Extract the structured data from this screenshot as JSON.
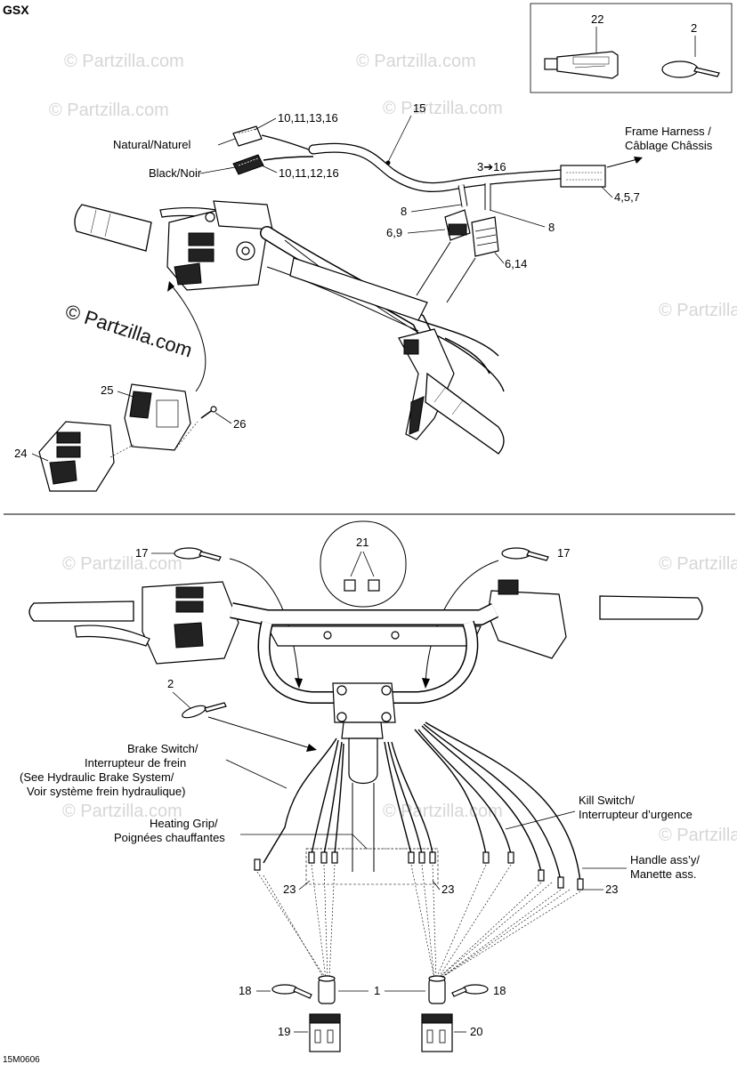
{
  "diagram": {
    "model_label": "GSX",
    "figure_code": "15M0606",
    "watermark": "© Partzilla.com",
    "top_section": {
      "labels": {
        "natural": "Natural/Naturel",
        "black": "Black/Noir",
        "frame_harness_line1": "Frame Harness /",
        "frame_harness_line2": "Câblage Châssis"
      },
      "callouts": {
        "c_10_11_13_16": "10,11,13,16",
        "c_10_11_12_16": "10,11,12,16",
        "c_15": "15",
        "c_3_16": "3➔16",
        "c_4_5_7": "4,5,7",
        "c_8_left": "8",
        "c_8_right": "8",
        "c_6_9": "6,9",
        "c_6_14": "6,14",
        "c_22": "22",
        "c_2_top": "2",
        "c_25": "25",
        "c_26": "26",
        "c_24": "24"
      }
    },
    "bottom_section": {
      "labels": {
        "brake_l1": "Brake Switch/",
        "brake_l2": "Interrupteur de frein",
        "brake_l3": "(See Hydraulic Brake System/",
        "brake_l4": "Voir système frein hydraulique)",
        "heating_l1": "Heating Grip/",
        "heating_l2": "Poignées chauffantes",
        "kill_l1": "Kill Switch/",
        "kill_l2": "Interrupteur d’urgence",
        "handle_l1": "Handle ass’y/",
        "handle_l2": "Manette ass."
      },
      "callouts": {
        "c_17_left": "17",
        "c_17_right": "17",
        "c_21": "21",
        "c_2_bottom": "2",
        "c_23_left": "23",
        "c_23_mid": "23",
        "c_23_right": "23",
        "c_18_left": "18",
        "c_18_right": "18",
        "c_1": "1",
        "c_19": "19",
        "c_20": "20"
      }
    }
  }
}
